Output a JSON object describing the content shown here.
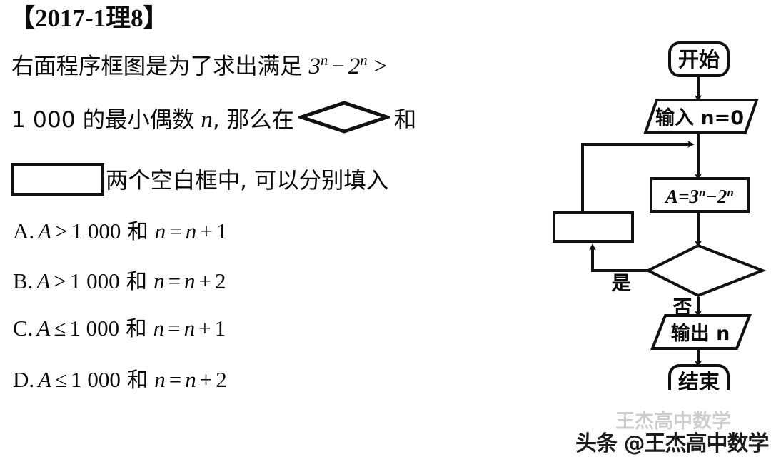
{
  "document": {
    "question_tag": "【2017-1理8】",
    "stem": {
      "line1_pre": "右面程序框图是为了求出满足",
      "line1_expr_base1": "3",
      "line1_expr_sup1": "n",
      "line1_minus": "−",
      "line1_expr_base2": "2",
      "line1_expr_sup2": "n",
      "line1_gt": ">",
      "line2_pre": "1 000 的最小偶数",
      "line2_var": "n",
      "line2_mid": ", 那么在",
      "line2_blank_shape": "diamond",
      "line2_post": "和",
      "line3_blank_shape": "rectangle",
      "line3_post": "两个空白框中, 可以分别填入"
    },
    "options": [
      {
        "key": "A.",
        "var": "A",
        "rel": ">",
        "value": "1 000",
        "conj": "和",
        "assign_var": "n",
        "eq": "=",
        "assign_expr_var": "n",
        "plus": "+",
        "step": "1"
      },
      {
        "key": "B.",
        "var": "A",
        "rel": ">",
        "value": "1 000",
        "conj": "和",
        "assign_var": "n",
        "eq": "=",
        "assign_expr_var": "n",
        "plus": "+",
        "step": "2"
      },
      {
        "key": "C.",
        "var": "A",
        "rel": "≤",
        "value": "1 000",
        "conj": "和",
        "assign_var": "n",
        "eq": "=",
        "assign_expr_var": "n",
        "plus": "+",
        "step": "1"
      },
      {
        "key": "D.",
        "var": "A",
        "rel": "≤",
        "value": "1 000",
        "conj": "和",
        "assign_var": "n",
        "eq": "=",
        "assign_expr_var": "n",
        "plus": "+",
        "step": "2"
      }
    ]
  },
  "flowchart": {
    "start_label": "开始",
    "input_label": "输入 n=0",
    "process_label_a": "A=3",
    "process_label_a_sup1": "n",
    "process_label_a_minus": "−",
    "process_label_a_b": "2",
    "process_label_a_sup2": "n",
    "blank_process_label": "",
    "decision_label": "",
    "branch_yes": "是",
    "branch_no": "否",
    "output_label": "输出 n",
    "end_label": "结束"
  },
  "watermark": {
    "main": "头条 @王杰高中数学",
    "ghost": "王杰高中数学"
  },
  "colors": {
    "ink": "#0b0b0b",
    "page": "#ffffff"
  }
}
